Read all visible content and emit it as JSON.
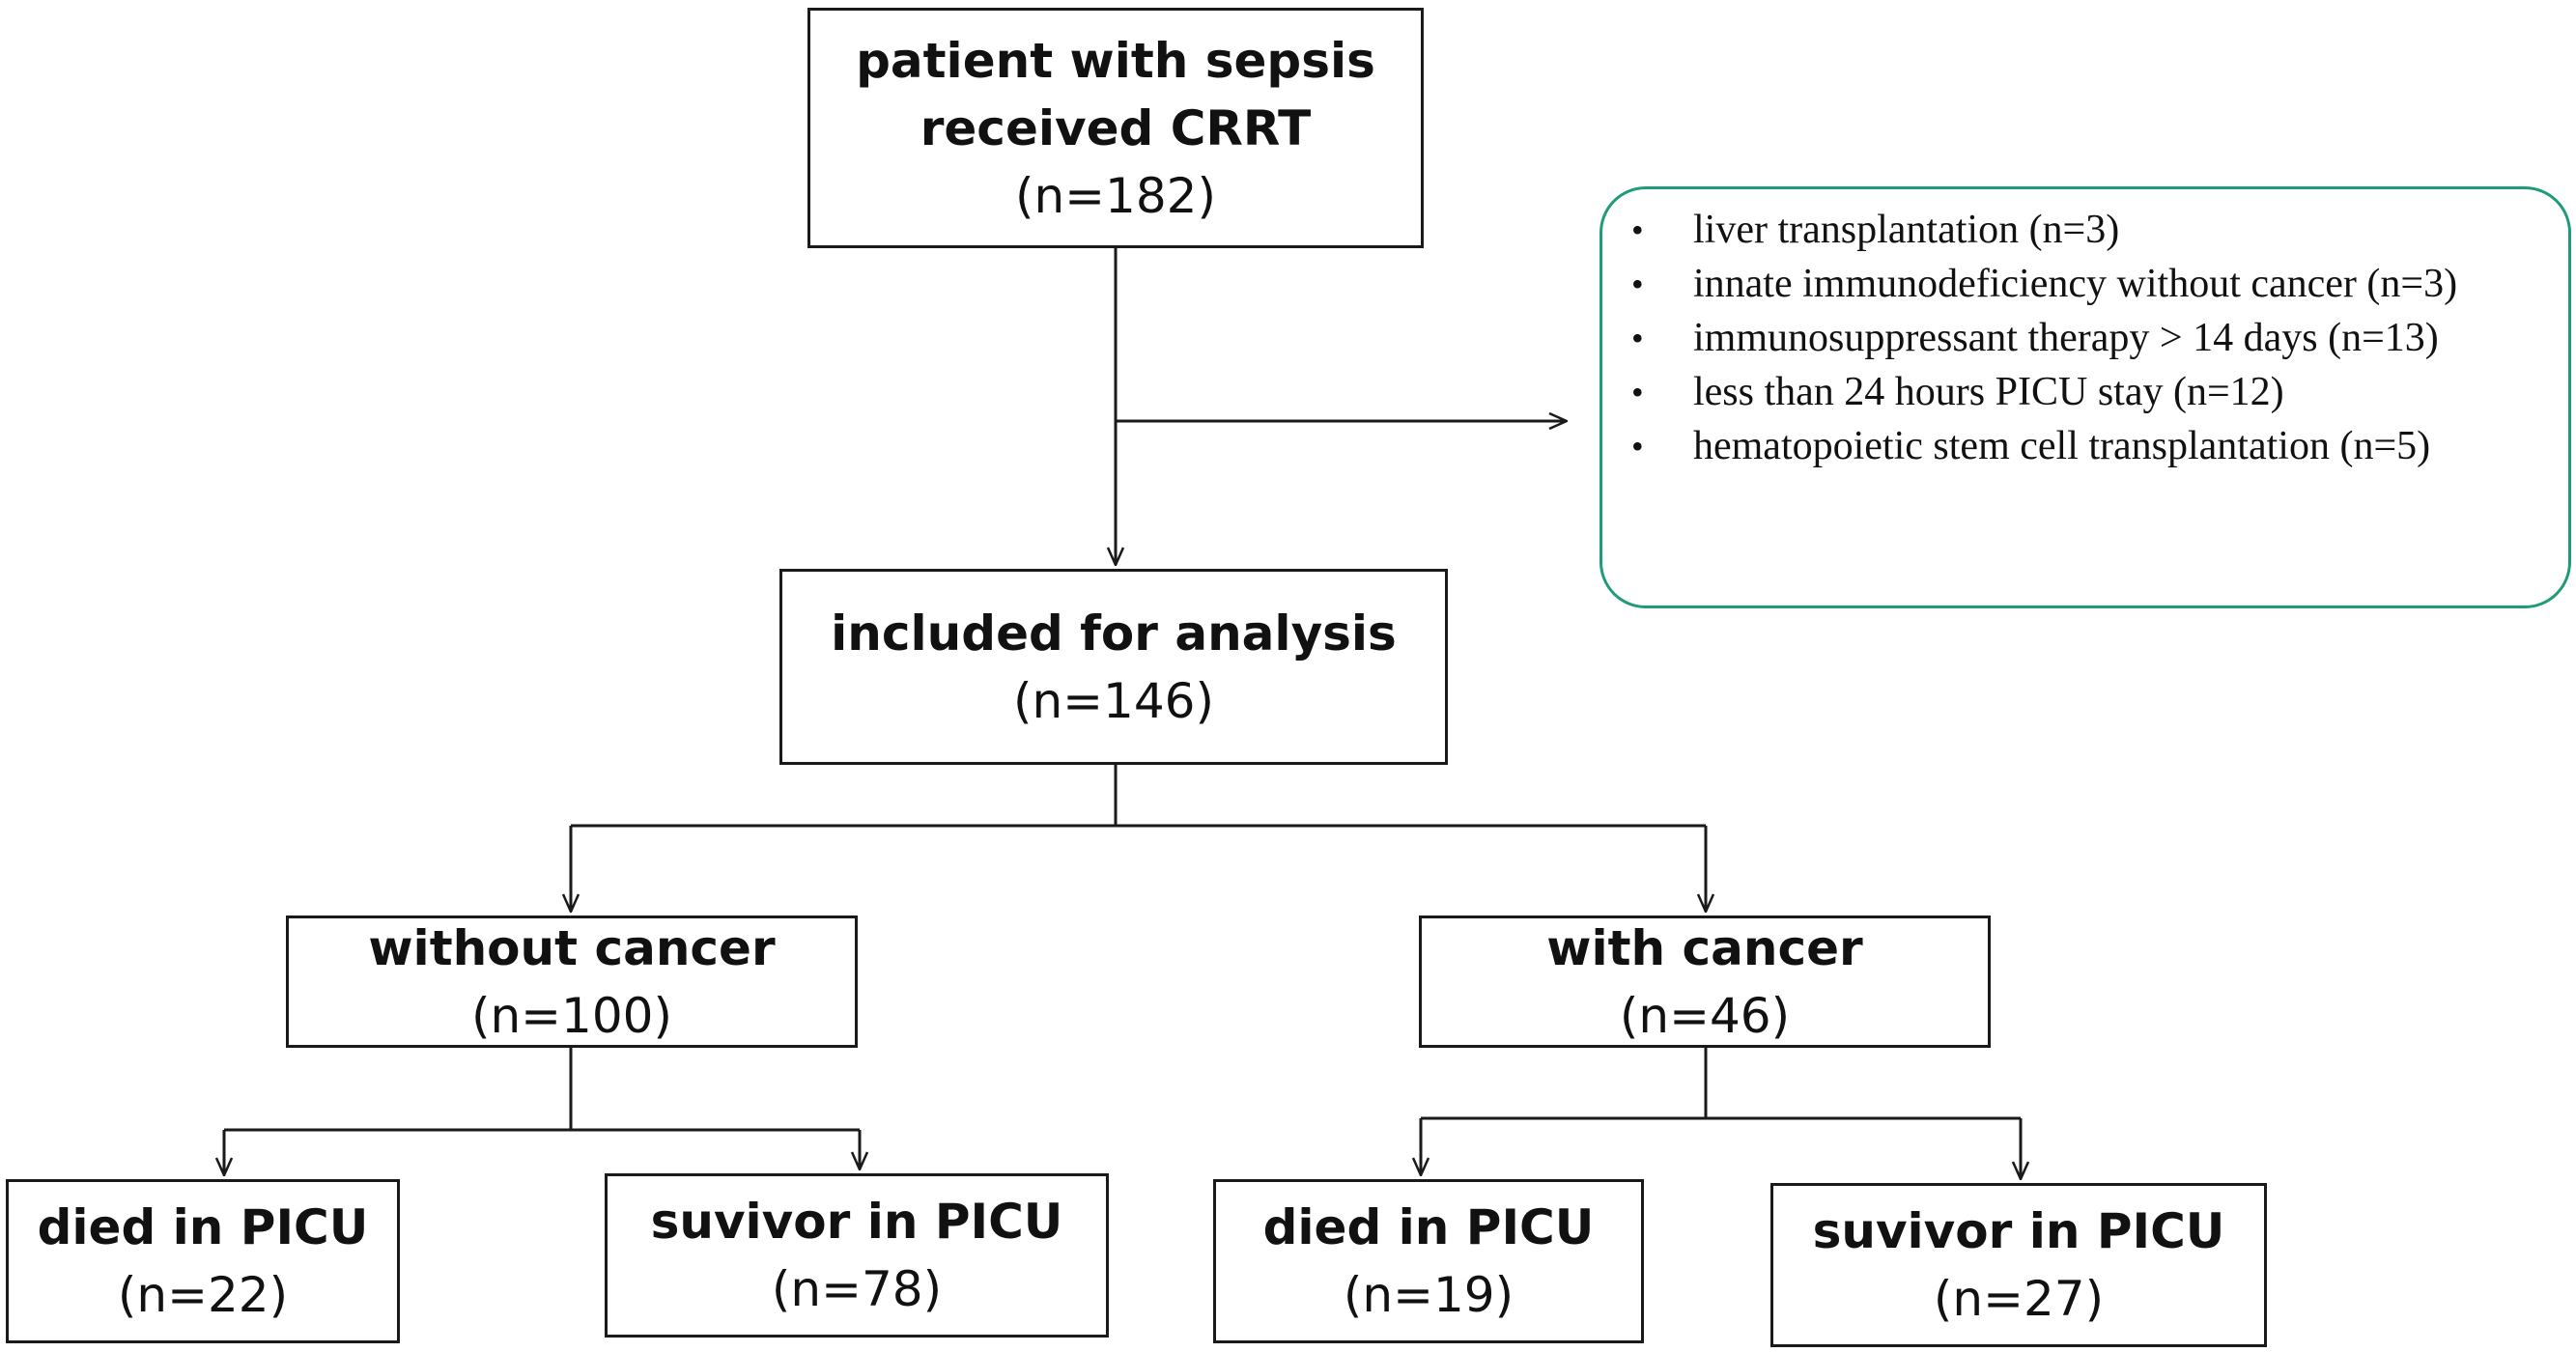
{
  "nodes": {
    "root": {
      "title_lines": [
        "patient with sepsis",
        "received CRRT"
      ],
      "count": "(n=182)"
    },
    "included": {
      "title": "included for analysis",
      "count": "(n=146)"
    },
    "without_cancer": {
      "title": "without cancer",
      "count": "(n=100)"
    },
    "with_cancer": {
      "title": "with cancer",
      "count": "(n=46)"
    },
    "without_died": {
      "title": "died in PICU",
      "count": "(n=22)"
    },
    "without_survivor": {
      "title": "suvivor in PICU",
      "count": "(n=78)"
    },
    "with_died": {
      "title": "died in PICU",
      "count": "(n=19)"
    },
    "with_survivor": {
      "title": "suvivor in PICU",
      "count": "(n=27)"
    }
  },
  "exclusions": {
    "items": [
      "liver transplantation (n=3)",
      "innate immunodeficiency without cancer (n=3)",
      "immunosuppressant therapy > 14 days (n=13)",
      "less than 24 hours PICU stay (n=12)",
      "hematopoietic stem cell transplantation (n=5)"
    ]
  },
  "colors": {
    "box_border": "#1a1a1a",
    "exclusion_border": "#1f9a7a",
    "connector": "#1a1a1a"
  }
}
